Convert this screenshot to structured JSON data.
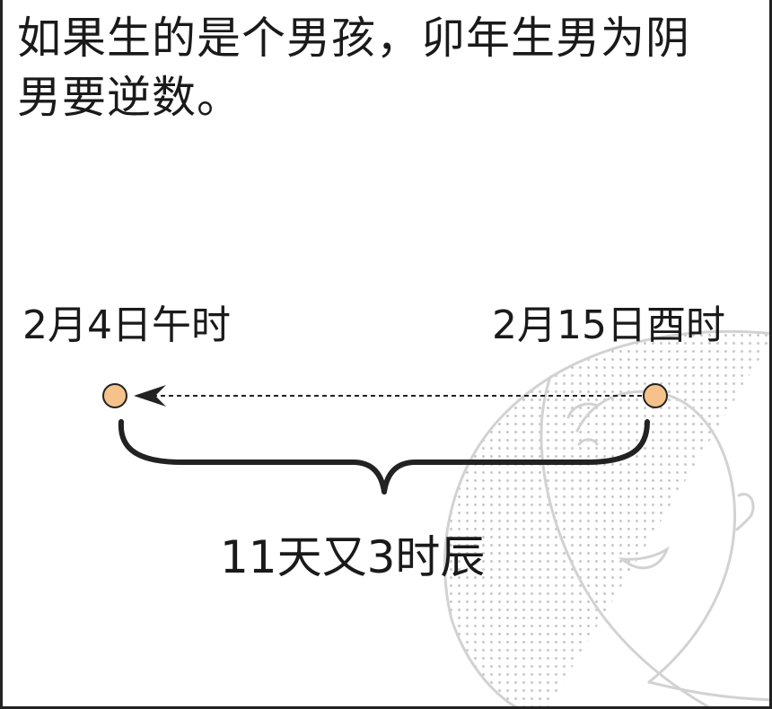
{
  "caption": {
    "line1": "如果生的是个男孩，卯年生男为阴",
    "line2": "男要逆数。"
  },
  "diagram": {
    "start_label": "2月4日午时",
    "end_label": "2月15日酉时",
    "span_label": "11天又3时辰",
    "arrow_direction": "right-to-left",
    "dot_color": "#f6c28b",
    "line_color": "#222222"
  }
}
